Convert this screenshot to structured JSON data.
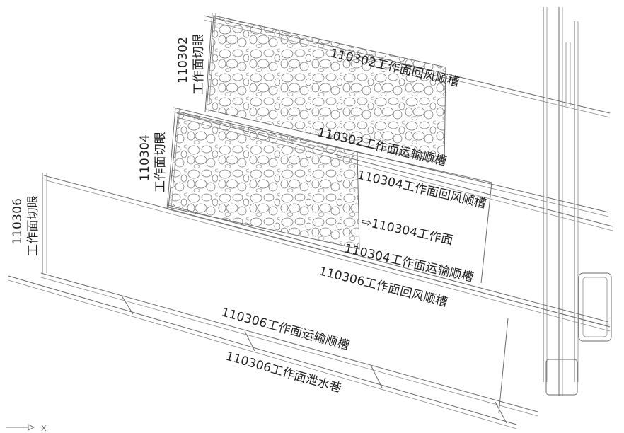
{
  "labels": {
    "cut_110302_line1": "110302",
    "cut_110302_line2": "工作面切眼",
    "cut_110304_line1": "110304",
    "cut_110304_line2": "工作面切眼",
    "cut_110306_line1": "110306",
    "cut_110306_line2": "工作面切眼",
    "return_110302": "110302工作面回风顺槽",
    "transport_110302": "110302工作面运输顺槽",
    "return_110304": "110304工作面回风顺槽",
    "face_110304": "⇨110304工作面",
    "transport_110304": "110304工作面运输顺槽",
    "return_110306": "110306工作面回风顺槽",
    "transport_110306": "110306工作面运输顺槽",
    "drain_110306": "110306工作面泄水巷"
  },
  "axis": {
    "x_label": "X"
  },
  "colors": {
    "line": "#6b6b6b",
    "goaf_stroke": "#7a7a7a",
    "text": "#222222"
  }
}
